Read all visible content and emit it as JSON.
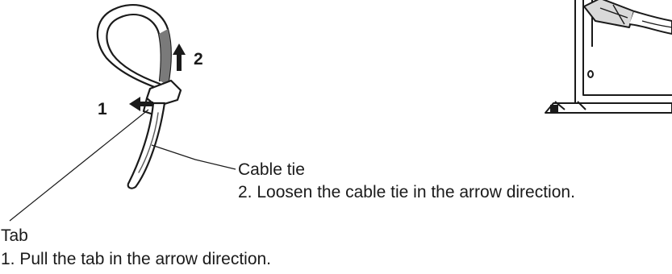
{
  "arrows": {
    "pull_number": "1",
    "loosen_number": "2"
  },
  "labels": {
    "cable_tie": "Cable tie",
    "cable_tie_step": "2. Loosen the cable tie in the arrow direction.",
    "tab": "Tab",
    "tab_step": "1. Pull the tab in the arrow direction."
  },
  "colors": {
    "line": "#1a1a1a",
    "fill": "#ffffff",
    "strap_texture": "#5a5a5a"
  }
}
